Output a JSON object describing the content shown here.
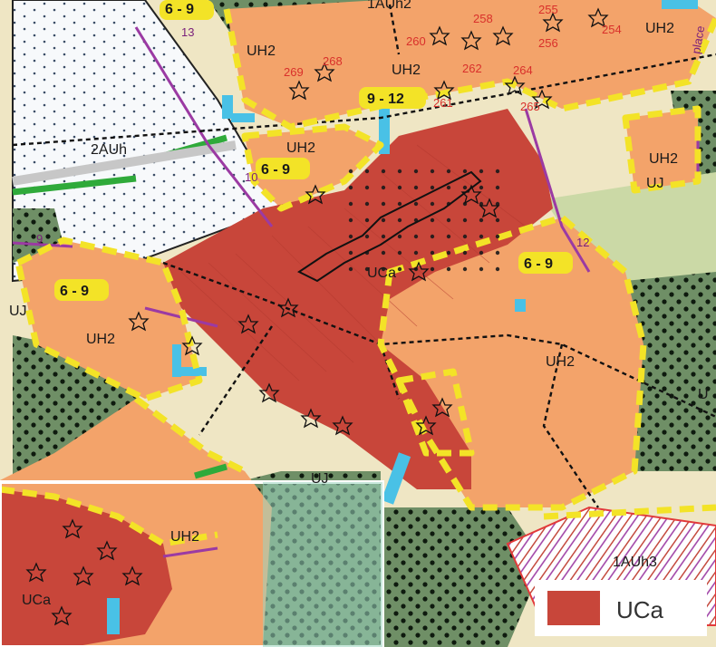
{
  "colors": {
    "uca": "#c8463a",
    "uh2": "#f3a36a",
    "green_forest": "#6f8f66",
    "pale": "#efe6c4",
    "white_area": "#f8f8f8",
    "yellow_dash": "#f3e327",
    "water": "#49c1e6",
    "purple": "#9b3aa3"
  },
  "labels": {
    "uh2_a": "UH2",
    "uh2_b": "UH2",
    "uh2_c": "UH2",
    "uh2_d": "UH2",
    "uh2_e": "UH2",
    "uh2_f": "UH2",
    "uh2_inset": "UH2",
    "uca_main": "UCa",
    "uca_inset": "UCa",
    "auh_2": "2AUh",
    "auh_1": "1AUh3",
    "uj_a": "UJ",
    "uj_b": "UJ",
    "uj_c": "UJ",
    "u_edge": "U",
    "top_cut": "1AUh2",
    "tag_6_9_a": "6 - 9",
    "tag_6_9_b": "6 - 9",
    "tag_6_9_c": "6 - 9",
    "tag_6_9_d": "6 - 9",
    "tag_9_12": "9 - 12",
    "line_9": "9",
    "line_12": "12",
    "line_10": "10",
    "line_13": "13",
    "place": "place"
  },
  "numbers": [
    "269",
    "268",
    "260",
    "258",
    "255",
    "256",
    "254",
    "262",
    "264",
    "261",
    "265"
  ],
  "legend": {
    "label": "UCa",
    "color": "#c8463a"
  }
}
